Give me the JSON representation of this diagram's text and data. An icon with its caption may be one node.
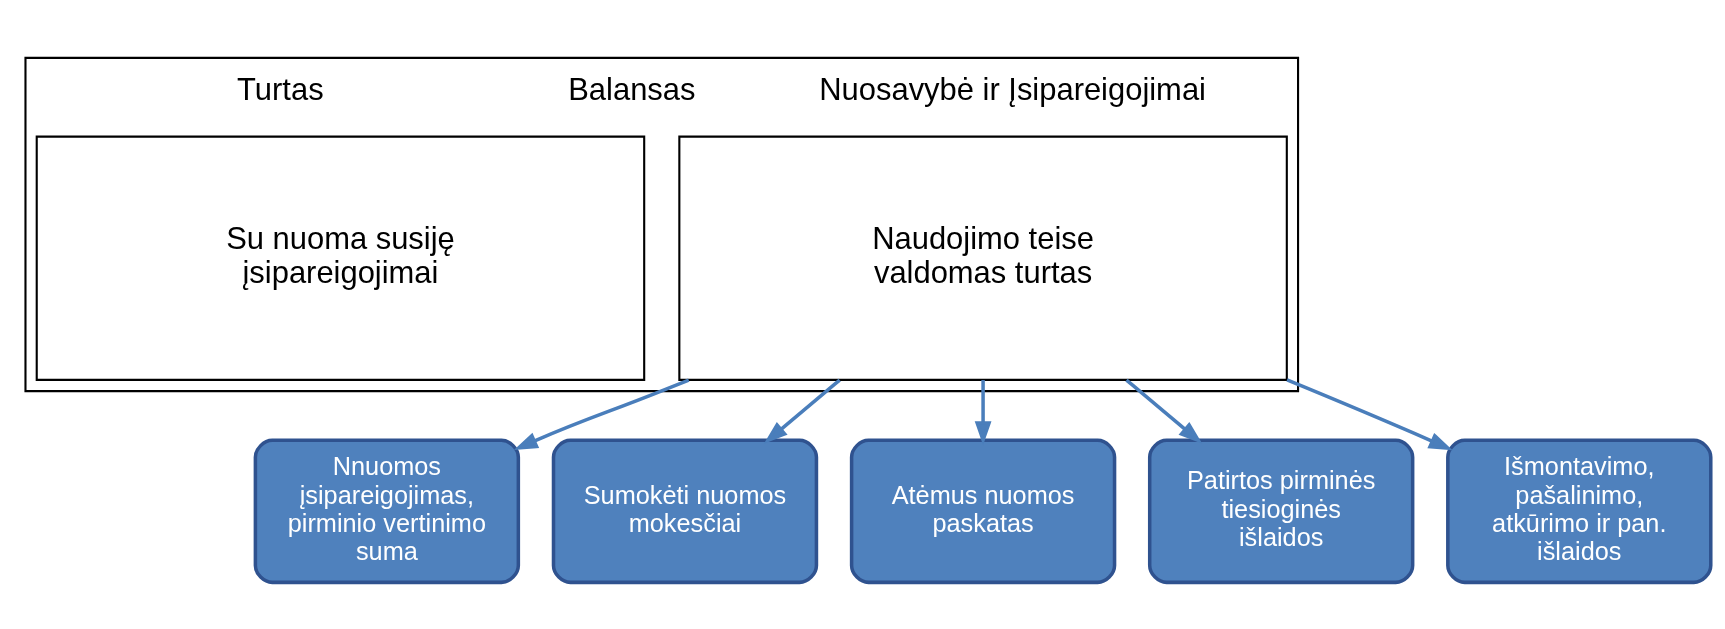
{
  "diagram": {
    "nodes": [
      {
        "text": [
          "Turtas",
          "Balansas",
          "Nuosavybė ir Įsipareigojimai"
        ]
      },
      {
        "text": [
          "Naudojimo teise valdomas turtas"
        ],
        "in": 0
      },
      {
        "text": [
          "Su nuoma susiję įsipareigojimai"
        ],
        "in": 0
      },
      {
        "text": [
          "Nnuomos įsipareigojimas, pirminio vertinimo suma"
        ]
      },
      {
        "text": [
          "Sumokėti nuomos mokesčiai"
        ]
      },
      {
        "text": [
          "Atėmus nuomos paskatas"
        ]
      },
      {
        "text": [
          "Patirtos pirminės tiesioginės išlaidos"
        ]
      },
      {
        "text": [
          "Išmontavimo, pašalinimo, atkūrimo ir pan. išlaidos"
        ]
      }
    ],
    "edges": [
      {
        "from": 1,
        "to": 3,
        "arrow": "to"
      },
      {
        "from": 1,
        "to": 4,
        "arrow": "to"
      },
      {
        "from": 1,
        "to": 5,
        "arrow": "to"
      },
      {
        "from": 1,
        "to": 6,
        "arrow": "to"
      },
      {
        "from": 1,
        "to": 7,
        "arrow": "to"
      }
    ]
  }
}
